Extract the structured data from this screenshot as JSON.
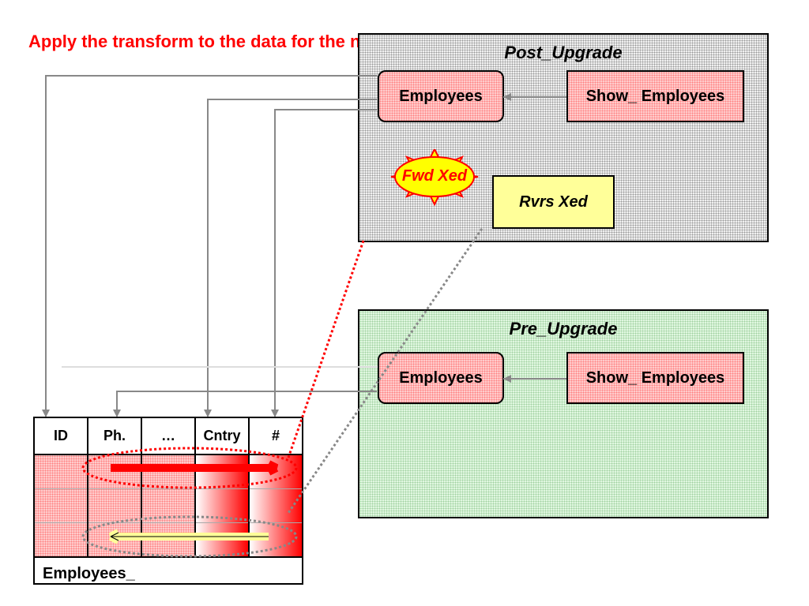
{
  "header": {
    "text": "Apply the transform to the data for the new app to use"
  },
  "post_upgrade": {
    "title": "Post_Upgrade",
    "employees_label": "Employees",
    "show_employees_label": "Show_ Employees",
    "fwd_xed_label": "Fwd Xed",
    "rvrs_xed_label": "Rvrs Xed"
  },
  "pre_upgrade": {
    "title": "Pre_Upgrade",
    "employees_label": "Employees",
    "show_employees_label": "Show_ Employees"
  },
  "table": {
    "headers": [
      "ID",
      "Ph.",
      "…",
      "Cntry",
      "#"
    ],
    "footer": "Employees_"
  },
  "colors": {
    "red": "#ff0000",
    "yellow": "#ffff99",
    "gray": "#888888",
    "light_green": "#e0f7e0",
    "light_red": "#ffcccc"
  }
}
